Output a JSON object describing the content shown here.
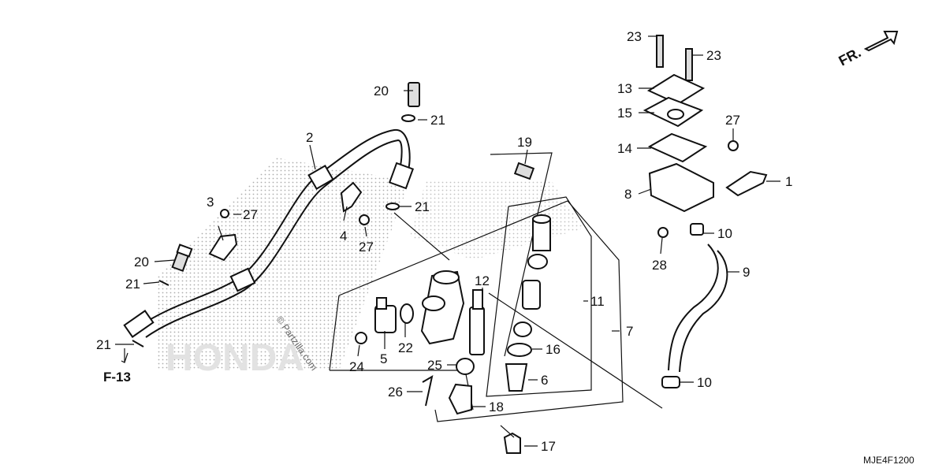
{
  "diagram": {
    "forward_label": "FR.",
    "ref_label": "F-13",
    "diagram_code": "MJE4F1200",
    "watermark": "© Partzilla.com",
    "callouts": {
      "c1": "1",
      "c2": "2",
      "c3": "3",
      "c4": "4",
      "c5": "5",
      "c6": "6",
      "c7": "7",
      "c8": "8",
      "c9": "9",
      "c10a": "10",
      "c10b": "10",
      "c11": "11",
      "c12": "12",
      "c13": "13",
      "c14": "14",
      "c15": "15",
      "c16": "16",
      "c17": "17",
      "c18": "18",
      "c19": "19",
      "c20a": "20",
      "c20b": "20",
      "c21a": "21",
      "c21b": "21",
      "c21c": "21",
      "c21d": "21",
      "c22": "22",
      "c23a": "23",
      "c23b": "23",
      "c24": "24",
      "c25": "25",
      "c26": "26",
      "c27a": "27",
      "c27b": "27",
      "c27c": "27",
      "c28": "28"
    }
  }
}
